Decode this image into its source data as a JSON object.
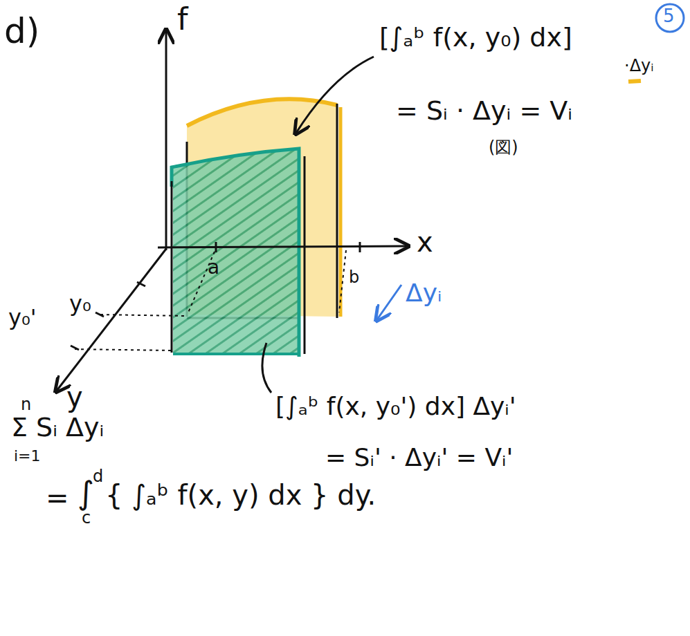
{
  "diagram": {
    "labels": [
      "d)",
      "f",
      "x",
      "y",
      "a",
      "b",
      "y₀",
      "y₀'",
      "[∫ₐᵇ f(x, y₀) dx]",
      "·Δyᵢ",
      "= Sᵢ · Δyᵢ = Vᵢ",
      "(図)",
      "Δyᵢ",
      "[∫ₐᵇ f(x, y₀') dx] Δyᵢ'",
      "= Sᵢ' · Δyᵢ' = Vᵢ'",
      "n",
      "Σ Sᵢ Δyᵢ",
      "i=1",
      "=",
      "∫",
      "d",
      "c",
      "{ ∫ₐᵇ f(x, y) dx } dy.",
      "5"
    ]
  }
}
